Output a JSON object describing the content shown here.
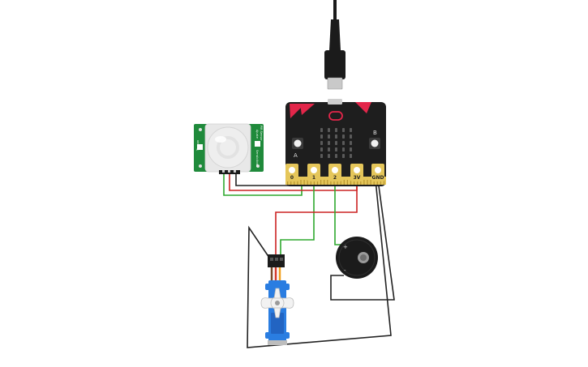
{
  "microbit": {
    "pins": [
      {
        "label": "0"
      },
      {
        "label": "1"
      },
      {
        "label": "2"
      },
      {
        "label": "3V"
      },
      {
        "label": "GND"
      }
    ],
    "buttons": [
      {
        "label": "A"
      },
      {
        "label": "B"
      }
    ]
  },
  "pir_sensor": {
    "board_text": [
      "PIR Sensor",
      "Ajuste",
      "Sensibilidad",
      "Tiempo"
    ]
  },
  "buzzer": {
    "plus_label": "+",
    "minus_label": "-"
  },
  "colors": {
    "wire_red": "#cc2222",
    "wire_green": "#2ea82e",
    "wire_black": "#222222",
    "wire_gray": "#aaaaaa",
    "microbit_board": "#1e1e1e",
    "microbit_accent": "#e3264a",
    "pin_gold": "#e5c65a",
    "pir_board": "#1f8a3b",
    "pir_dome": "#eeeeee",
    "servo_body": "#2a7de1",
    "servo_horn": "#f2f2f2",
    "buzzer_body": "#1b1b1b"
  }
}
